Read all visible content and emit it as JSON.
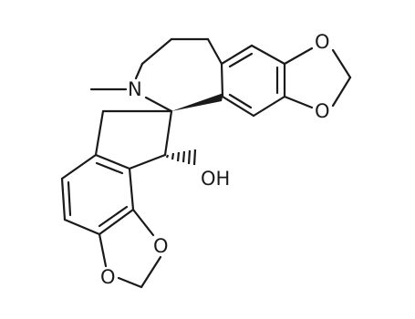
{
  "atoms": {
    "nitrogen": "N",
    "oxygen_top_upper": "O",
    "oxygen_top_lower": "O",
    "oxygen_bottom_right": "O",
    "oxygen_bottom_left": "O",
    "hydroxyl": "OH"
  }
}
